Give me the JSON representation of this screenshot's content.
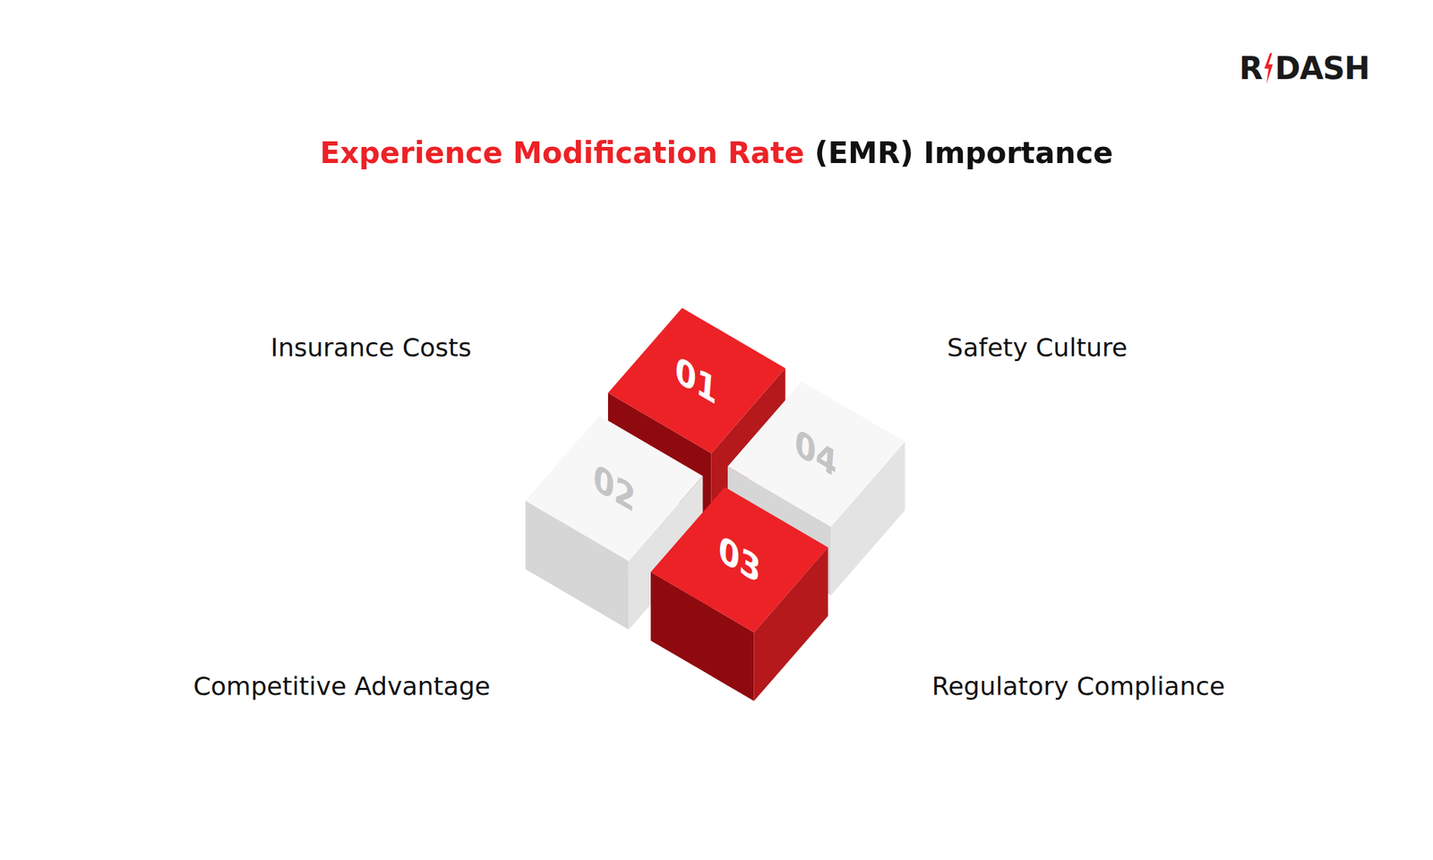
{
  "diagram": {
    "title": "Experience Modification Rate (EMR) Importance",
    "nodes": [
      {
        "text": [
          "01"
        ]
      },
      {
        "text": [
          "02"
        ]
      },
      {
        "text": [
          "03"
        ]
      },
      {
        "text": [
          "04"
        ]
      }
    ],
    "labels": [
      "R",
      "DASH",
      "Insurance Costs",
      "Safety Culture",
      "Competitive Advantage",
      "Regulatory Compliance"
    ]
  }
}
